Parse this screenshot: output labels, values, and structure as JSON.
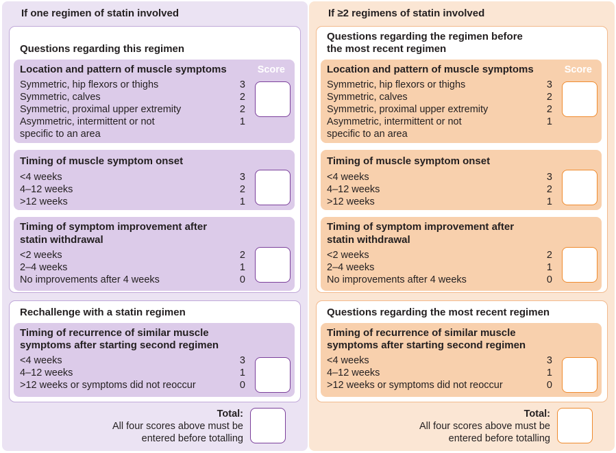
{
  "left": {
    "title": "If one regimen of statin involved",
    "card1_title": "Questions regarding this regimen",
    "card2_title": "Rechallenge with a statin regimen",
    "total_label": "Total:",
    "total_note_1": "All four scores above must be",
    "total_note_2": "entered before totalling"
  },
  "right": {
    "title": "If ≥2 regimens of statin involved",
    "card1_title_1": "Questions regarding the regimen before",
    "card1_title_2": "the most recent regimen",
    "card2_title": "Questions regarding the most recent regimen",
    "total_label": "Total:",
    "total_note_1": "All four scores above must be",
    "total_note_2": "entered before totalling"
  },
  "score_label": "Score",
  "q1": {
    "title": "Location and pattern of muscle symptoms",
    "options": [
      {
        "text": "Symmetric, hip flexors or thighs",
        "points": "3"
      },
      {
        "text": "Symmetric, calves",
        "points": "2"
      },
      {
        "text": "Symmetric, proximal upper extremity",
        "points": "2"
      },
      {
        "text": "Asymmetric, intermittent or not",
        "points": "1"
      },
      {
        "text": "specific to an area",
        "points": ""
      }
    ]
  },
  "q2": {
    "title": "Timing of muscle symptom onset",
    "options": [
      {
        "text": "<4 weeks",
        "points": "3"
      },
      {
        "text": "4–12 weeks",
        "points": "2"
      },
      {
        "text": ">12 weeks",
        "points": "1"
      }
    ]
  },
  "q3": {
    "title_1": "Timing of symptom improvement after",
    "title_2": "statin withdrawal",
    "options": [
      {
        "text": "<2 weeks",
        "points": "2"
      },
      {
        "text": "2–4 weeks",
        "points": "1"
      },
      {
        "text": "No improvements after 4 weeks",
        "points": "0"
      }
    ]
  },
  "q4": {
    "title_1": "Timing of recurrence of similar muscle",
    "title_2": "symptoms after starting second regimen",
    "options": [
      {
        "text": "<4 weeks",
        "points": "3"
      },
      {
        "text": "4–12 weeks",
        "points": "1"
      },
      {
        "text": ">12 weeks or symptoms did not reoccur",
        "points": "0"
      }
    ]
  }
}
